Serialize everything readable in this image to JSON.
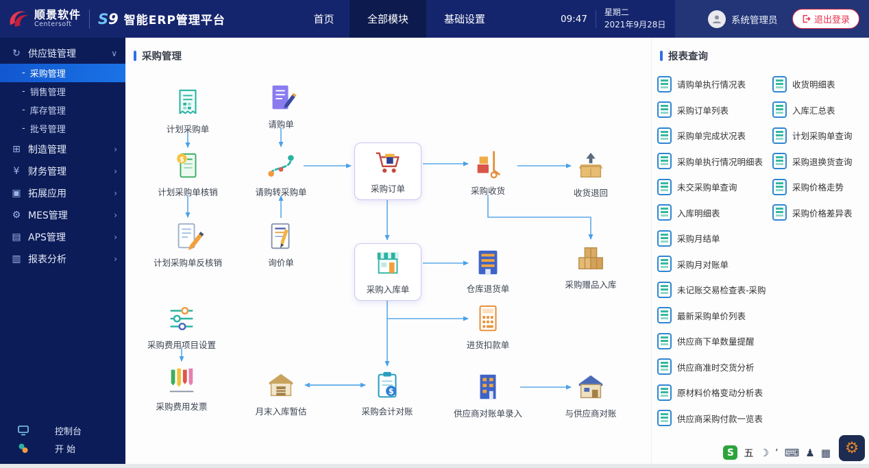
{
  "header": {
    "brand_name": "顺景软件",
    "brand_sub": "Centersoft",
    "product_s": "S",
    "product_9": "9",
    "app_title": "智能ERP管理平台",
    "nav_home": "首页",
    "nav_modules": "全部模块",
    "nav_settings": "基础设置",
    "time": "09:47",
    "weekday": "星期二",
    "date": "2021年9月28日",
    "user_name": "系统管理员",
    "logout": "退出登录"
  },
  "sidebar": {
    "bullet": "-",
    "chevron_down": "∨",
    "chevron_right": "›",
    "group_supply": "供应链管理",
    "sub_purchase": "采购管理",
    "sub_sales": "销售管理",
    "sub_inventory": "库存管理",
    "sub_batch": "批号管理",
    "group_mfg": "制造管理",
    "group_fin": "财务管理",
    "group_ext": "拓展应用",
    "group_mes": "MES管理",
    "group_aps": "APS管理",
    "group_report": "报表分析",
    "console": "控制台",
    "start": "开 始"
  },
  "icons": {
    "supply_chain": "↻",
    "manufacturing": "⊞",
    "finance": "¥",
    "extension": "▣",
    "mes": "⚙",
    "aps": "▤",
    "report_analysis": "▥",
    "ime_s": "S",
    "wubi": "五",
    "moon": "☽",
    "apostrophe": "’",
    "keyboard": "⌨",
    "person": "♟",
    "grid": "▦",
    "gear": "⚙"
  },
  "main": {
    "title": "采购管理",
    "nodes": [
      {
        "label": "计划采购单"
      },
      {
        "label": "请购单"
      },
      {
        "label": "计划采购单核销"
      },
      {
        "label": "请购转采购单"
      },
      {
        "label": "采购订单"
      },
      {
        "label": "采购收货"
      },
      {
        "label": "收货退回"
      },
      {
        "label": "计划采购单反核销"
      },
      {
        "label": "询价单"
      },
      {
        "label": "采购入库单"
      },
      {
        "label": "仓库退货单"
      },
      {
        "label": "采购赠品入库"
      },
      {
        "label": "进货扣款单"
      },
      {
        "label": "采购费用项目设置"
      },
      {
        "label": "采购费用发票"
      },
      {
        "label": "月末入库暂估"
      },
      {
        "label": "采购会计对账"
      },
      {
        "label": "供应商对账单录入"
      },
      {
        "label": "与供应商对账"
      }
    ]
  },
  "reports": {
    "title": "报表查询",
    "left": [
      "请购单执行情况表",
      "采购订单列表",
      "采购单完成状况表",
      "采购单执行情况明细表",
      "未交采购单查询",
      "入库明细表",
      "采购月结单",
      "采购月对账单",
      "未记账交易检查表-采购",
      "最新采购单价列表",
      "供应商下单数量提醒",
      "供应商准时交货分析",
      "原材料价格变动分析表",
      "供应商采购付款一览表"
    ],
    "right": [
      "收货明细表",
      "入库汇总表",
      "计划采购单查询",
      "采购退换货查询",
      "采购价格走势",
      "采购价格差异表"
    ]
  },
  "colors": {
    "header_bg": "#15256d",
    "sidebar_bg": "#0c1c58",
    "selected_item": "#1a73e6",
    "accent_blue": "#2f6fe4",
    "arrow_blue": "#4aa0e8",
    "logout_red": "#e6354f"
  }
}
